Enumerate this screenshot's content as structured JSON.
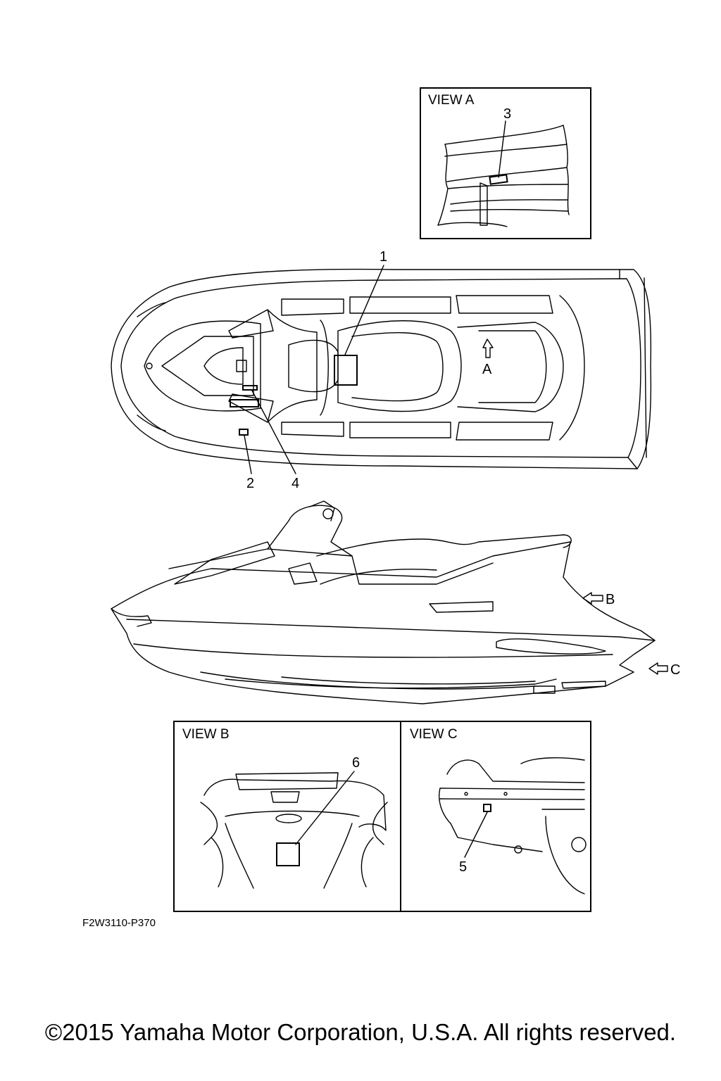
{
  "views": {
    "view_a": {
      "title": "VIEW A",
      "callout": "3"
    },
    "view_b": {
      "title": "VIEW B",
      "callout": "6"
    },
    "view_c": {
      "title": "VIEW C",
      "callout": "5"
    }
  },
  "top_view": {
    "callouts": [
      "1",
      "2",
      "4"
    ],
    "arrow_label": "A"
  },
  "side_view": {
    "arrow_b_label": "B",
    "arrow_c_label": "C"
  },
  "figure_code": "F2W3110-P370",
  "copyright": "©2015 Yamaha Motor Corporation, U.S.A. All rights reserved."
}
